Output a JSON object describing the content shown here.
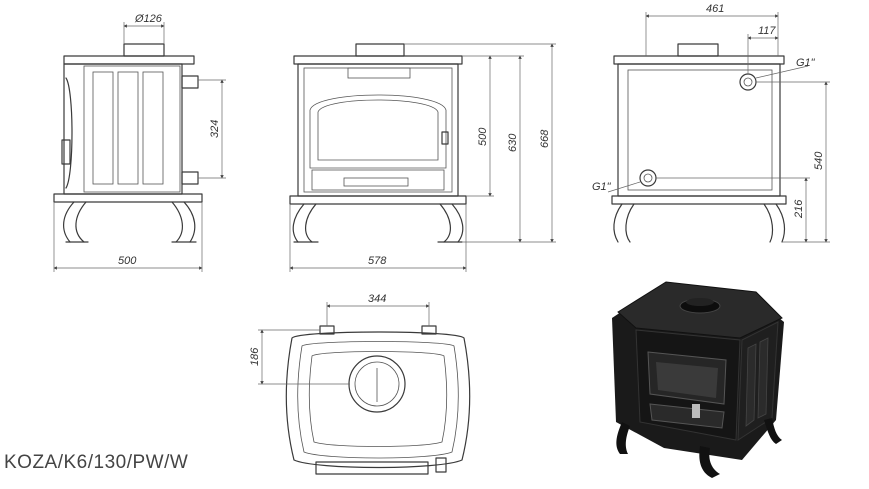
{
  "model_label": "KOZA/K6/130/PW/W",
  "dimensions": {
    "side_flue_diameter": "Ø126",
    "side_width": "500",
    "side_door_height": "324",
    "front_width": "578",
    "front_door_height": "500",
    "front_height_top": "630",
    "front_height_total": "668",
    "rear_width": "461",
    "rear_offset": "117",
    "rear_connection_top": "G1\"",
    "rear_connection_bottom": "G1\"",
    "rear_height": "540",
    "rear_leg_height": "216",
    "top_width": "344",
    "top_depth": "186"
  }
}
